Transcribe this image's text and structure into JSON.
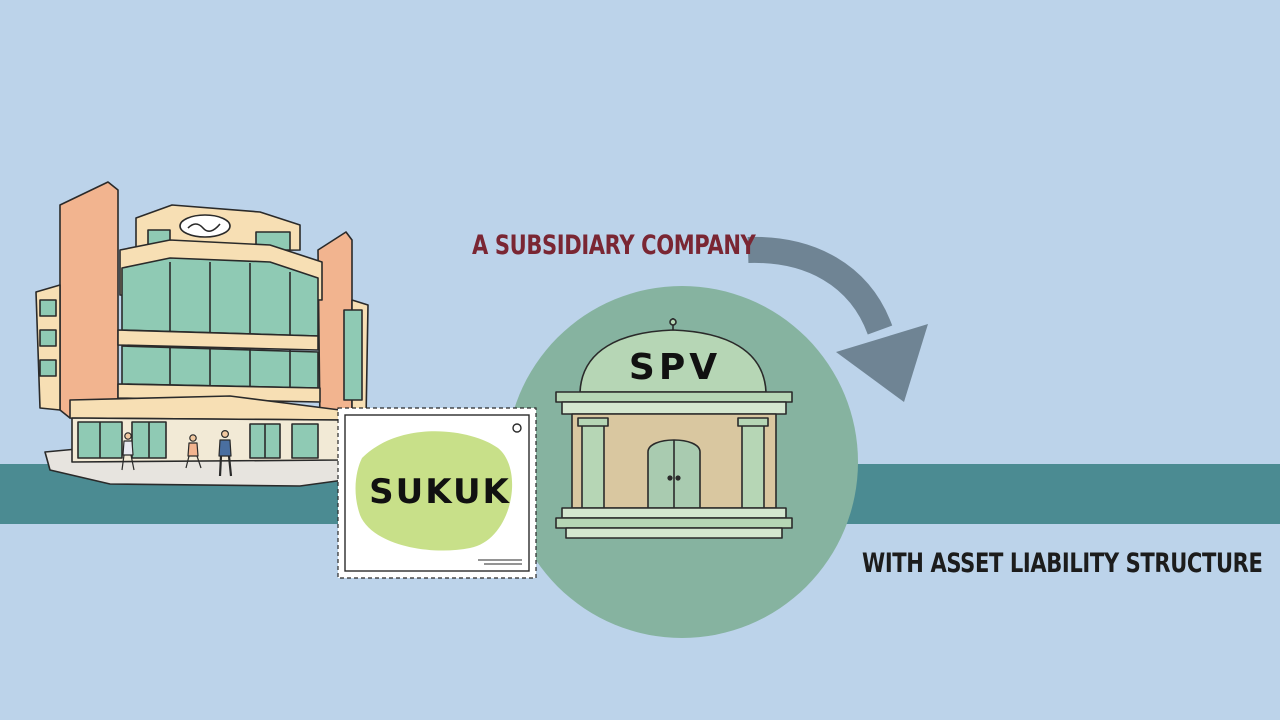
{
  "captions": {
    "subsidiary": "A SUBSIDIARY COMPANY",
    "structure": "WITH ASSET LIABILITY STRUCTURE"
  },
  "stamp": {
    "label": "SUKUK"
  },
  "spv": {
    "label": "SPV"
  },
  "colors": {
    "background": "#bcd3ea",
    "band": "#4b8b92",
    "circle": "#86b3a0",
    "arrow": "#6f8494",
    "caption_subsidiary": "#7a2633",
    "caption_structure": "#1c1c1c",
    "highlight": "#c8e089",
    "building_peach": "#f2b48f",
    "building_cream": "#f7dfb4",
    "glass": "#8fcab4",
    "spv_green": "#b6d6b5",
    "spv_wall": "#d9c7a0",
    "ink": "#2a2a2a"
  },
  "icons": {
    "headquarters": "office-building-icon",
    "spv": "domed-building-icon",
    "stamp": "postage-stamp-icon",
    "arrow": "curved-arrow-icon"
  }
}
